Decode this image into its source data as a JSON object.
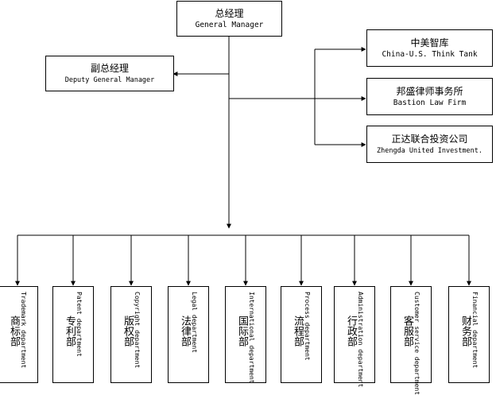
{
  "gm": {
    "zh": "总经理",
    "en": "General Manager"
  },
  "deputy": {
    "zh": "副总经理",
    "en": "Deputy General Manager"
  },
  "partners": [
    {
      "zh": "中美智库",
      "en": "China-U.S. Think Tank"
    },
    {
      "zh": "邦盛律师事务所",
      "en": "Bastion Law Firm"
    },
    {
      "zh": "正达联合投资公司",
      "en": "Zhengda United Investment."
    }
  ],
  "departments": [
    {
      "zh": "商标部",
      "en": "Trademark department"
    },
    {
      "zh": "专利部",
      "en": "Patent department"
    },
    {
      "zh": "版权部",
      "en": "Copyright department"
    },
    {
      "zh": "法律部",
      "en": "Legal department"
    },
    {
      "zh": "国际部",
      "en": "International department"
    },
    {
      "zh": "流程部",
      "en": "Process department"
    },
    {
      "zh": "行政部",
      "en": "Administration department"
    },
    {
      "zh": "客服部",
      "en": "Customer service department"
    },
    {
      "zh": "财务部",
      "en": "Financial department"
    }
  ]
}
